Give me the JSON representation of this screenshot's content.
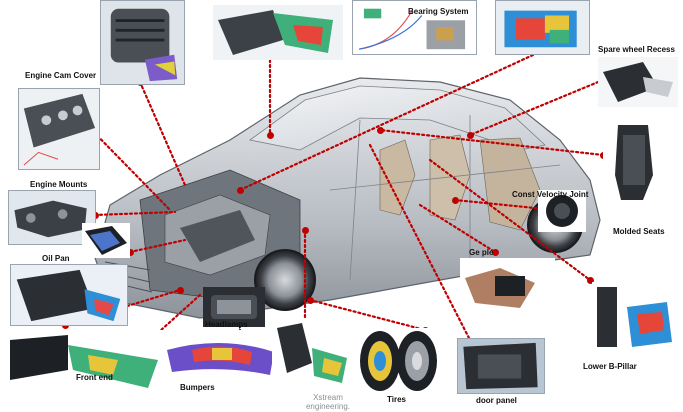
{
  "labels": {
    "engine_cam_cover": "Engine Cam Cover",
    "bearing_system": "Bearing System",
    "spare_wheel_recess": "Spare wheel Recess",
    "engine_mounts": "Engine Mounts",
    "oil_pan": "Oil Pan",
    "const_velocity_joint": "Const Velocity Joint",
    "molded_seats": "Molded Seats",
    "headlamps": "Headlamps",
    "front_end": "Front end",
    "bumpers": "Bumpers",
    "tires": "Tires",
    "door_panel": "door panel",
    "lower_b_pillar": "Lower B-Pillar",
    "gear_partial": "Ge           ple",
    "xstream": "Xstream engineering."
  },
  "colors": {
    "leader_line": "#c00000",
    "car_body": "#b9bec4",
    "thumb_bg": "#e9eef3"
  }
}
